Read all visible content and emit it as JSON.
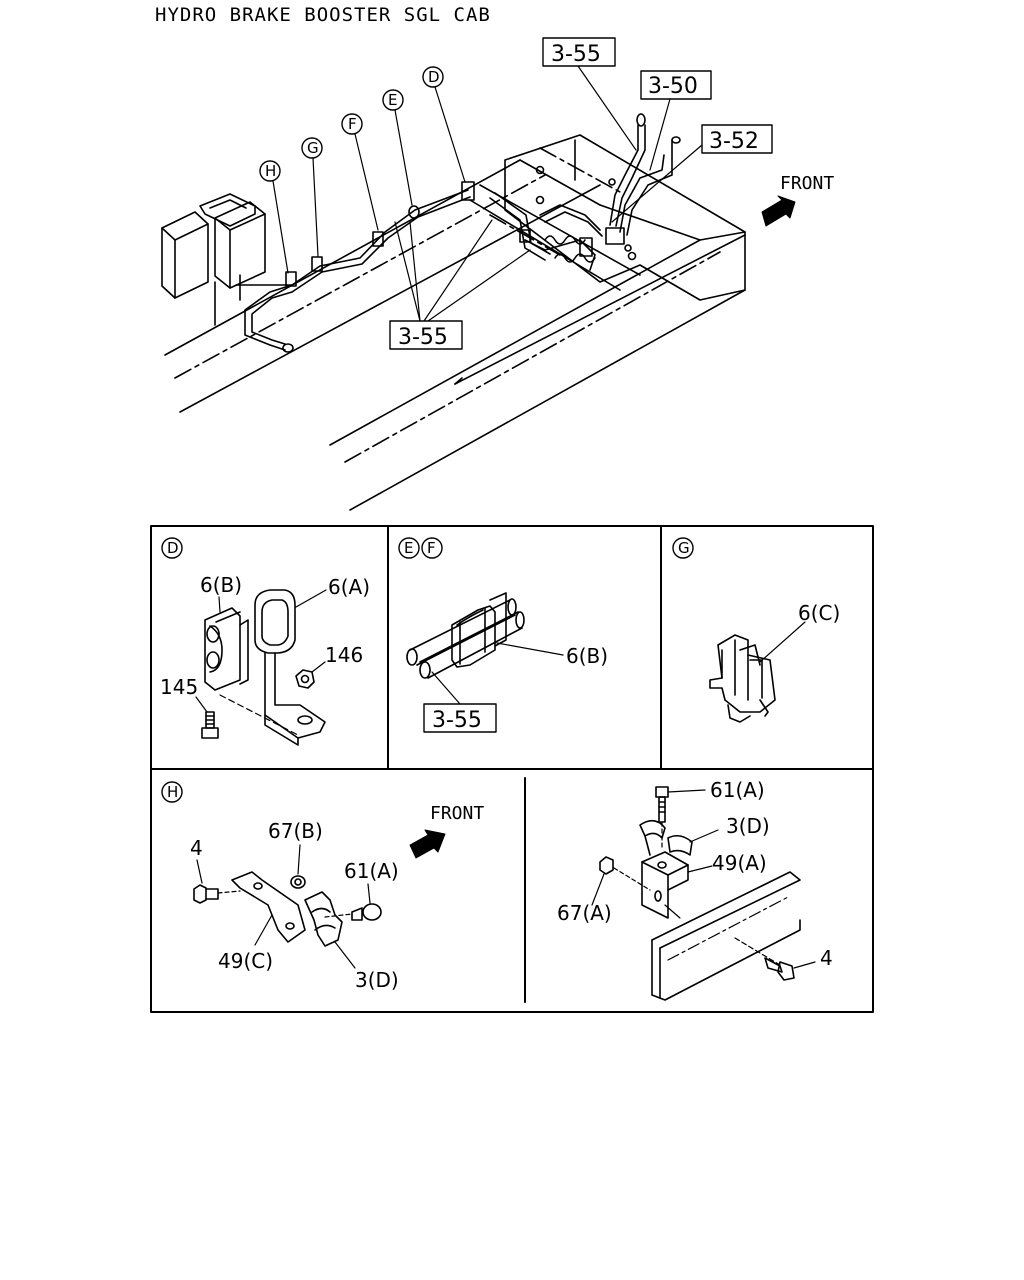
{
  "title": "HYDRO BRAKE BOOSTER SGL CAB",
  "overview": {
    "callouts": [
      "3-55",
      "3-50",
      "3-52",
      "3-55"
    ],
    "front_label": "FRONT",
    "circle_letters": [
      "D",
      "E",
      "F",
      "G",
      "H"
    ]
  },
  "panels": {
    "d": {
      "circles": [
        "D"
      ],
      "labels": [
        "6(B)",
        "6(A)",
        "146",
        "145"
      ]
    },
    "ef": {
      "circles": [
        "E",
        "F"
      ],
      "labels": [
        "6(B)"
      ],
      "callout": "3-55"
    },
    "g": {
      "circles": [
        "G"
      ],
      "labels": [
        "6(C)"
      ]
    },
    "h": {
      "circles": [
        "H"
      ],
      "front_label": "FRONT",
      "labels": [
        "4",
        "67(B)",
        "61(A)",
        "49(C)",
        "3(D)"
      ]
    },
    "detail": {
      "labels": [
        "61(A)",
        "3(D)",
        "49(A)",
        "67(A)",
        "4"
      ]
    }
  }
}
